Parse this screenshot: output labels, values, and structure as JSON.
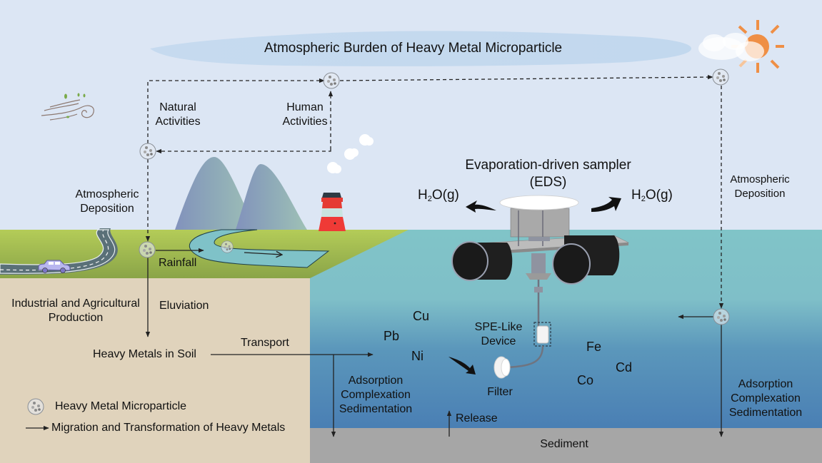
{
  "title": "Atmospheric Burden of Heavy Metal Microparticle",
  "labels": {
    "natural_activities": [
      "Natural",
      "Activities"
    ],
    "human_activities": [
      "Human",
      "Activities"
    ],
    "atmospheric_deposition_left": [
      "Atmospheric",
      "Deposition"
    ],
    "atmospheric_deposition_right": [
      "Atmospheric",
      "Deposition"
    ],
    "rainfall": "Rainfall",
    "eluviation": "Eluviation",
    "industrial": [
      "Industrial and Agricultural",
      "Production"
    ],
    "heavy_metals_soil": "Heavy Metals in Soil",
    "transport": "Transport",
    "adsorption_left": [
      "Adsorption",
      "Complexation",
      "Sedimentation"
    ],
    "adsorption_right": [
      "Adsorption",
      "Complexation",
      "Sedimentation"
    ],
    "release": "Release",
    "sediment": "Sediment",
    "eds_title": "Evaporation-driven sampler",
    "eds_abbr": "(EDS)",
    "h2o_left": {
      "main": "H",
      "sub": "2",
      "rest": "O(g)"
    },
    "h2o_right": {
      "main": "H",
      "sub": "2",
      "rest": "O(g)"
    },
    "spe_device": [
      "SPE-Like",
      "Device"
    ],
    "filter": "Filter"
  },
  "metals": [
    "Cu",
    "Pb",
    "Ni",
    "Fe",
    "Cd",
    "Co"
  ],
  "legend": {
    "particle": "Heavy Metal Microparticle",
    "arrow": "Migration and Transformation of Heavy Metals"
  },
  "icons": [
    "wind-icon",
    "sun-icon",
    "cloud-icon",
    "mountain-icon",
    "lighthouse-icon",
    "car-icon",
    "road-icon",
    "river-icon",
    "particle-icon",
    "sampler-device-icon"
  ],
  "colors": {
    "sky": "#dce6f4",
    "grass": "#9bbb4e",
    "soil": "#e0d3bc",
    "water_top": "#80c3c8",
    "water_bottom": "#4b7fb3",
    "sediment": "#a6a6a6",
    "sun": "#ef8f45"
  }
}
